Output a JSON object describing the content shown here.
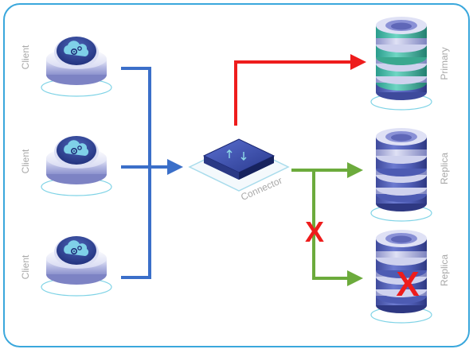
{
  "clients": [
    {
      "label": "Client"
    },
    {
      "label": "Client"
    },
    {
      "label": "Client"
    }
  ],
  "connector": {
    "label": "Connector"
  },
  "databases": [
    {
      "label": "Primary",
      "status": "primary"
    },
    {
      "label": "Replica",
      "status": "replica"
    },
    {
      "label": "Replica",
      "status": "failed"
    }
  ],
  "marks": {
    "blocked_route": "X",
    "failed_db": "X"
  },
  "colors": {
    "frame": "#3aa7dc",
    "client_link": "#3b6fc9",
    "primary_link": "#ee1c1c",
    "replica_link": "#6cab3c",
    "failure": "#ee1c1c",
    "label": "#a8a8a8"
  },
  "icons": {
    "client": "cloud-gear-icon",
    "connector": "swap-arrows-icon",
    "database": "database-icon"
  }
}
